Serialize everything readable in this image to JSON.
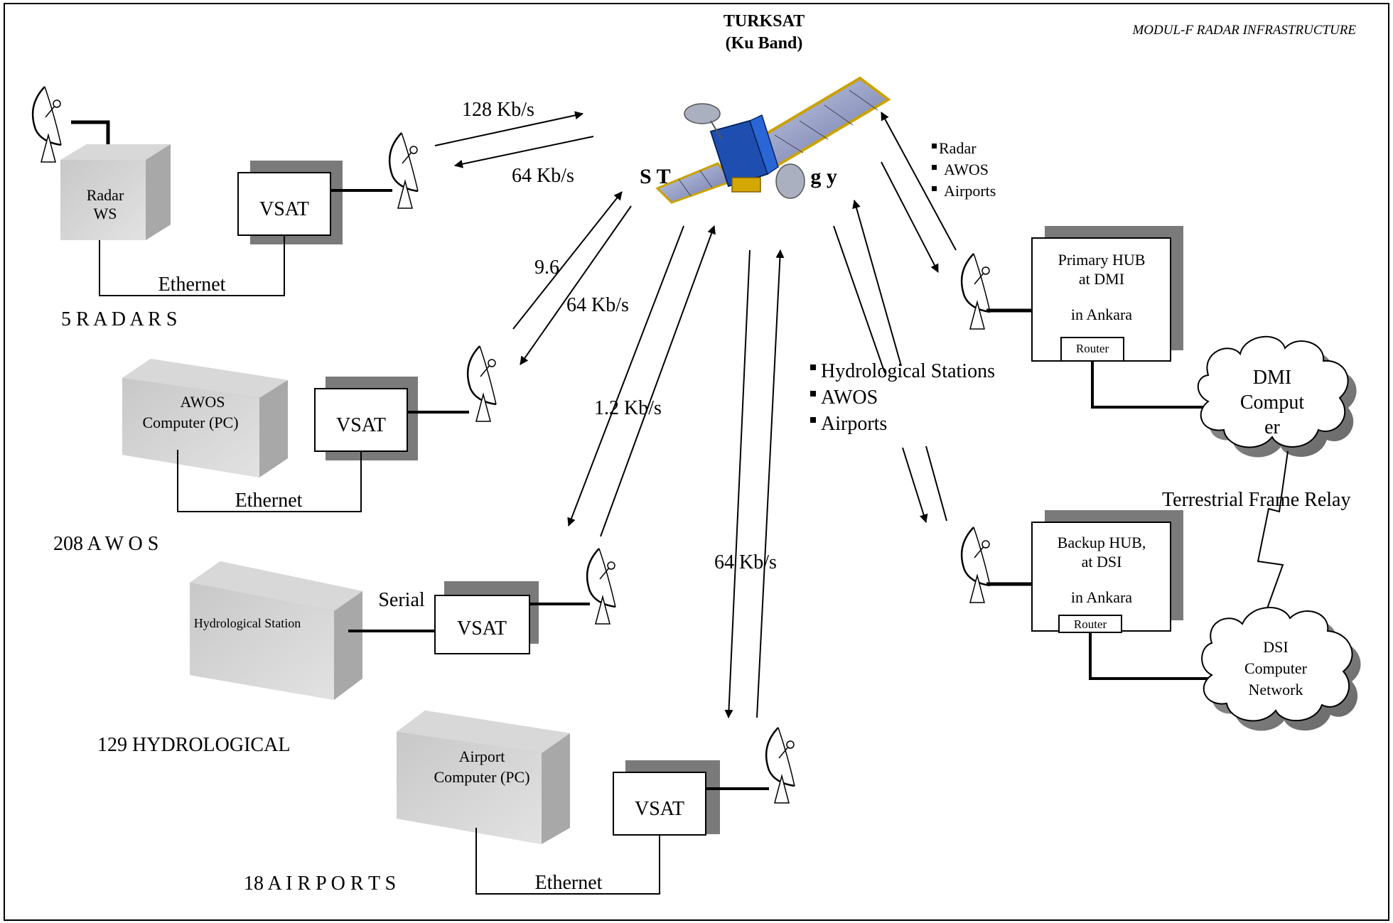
{
  "header": {
    "satellite_name": "TURKSAT",
    "satellite_band": "(Ku Band)",
    "corner_title": "MODUL-F RADAR INFRASTRUCTURE",
    "topology_left": "S T",
    "topology_right": "l o g y"
  },
  "rates": {
    "radar_up": "128 Kb/s",
    "radar_down": "64 Kb/s",
    "awos_up": "9.6",
    "awos_down": "64 Kb/s",
    "hydro": "1.2 Kb/s",
    "airport": "64 Kb/s"
  },
  "sites": {
    "radar": {
      "box_line1": "Radar",
      "box_line2": "WS",
      "vsat": "VSAT",
      "link": "Ethernet",
      "count": "5   R A D A R S"
    },
    "awos": {
      "box_line1": "AWOS",
      "box_line2": "Computer (PC)",
      "vsat": "VSAT",
      "link": "Ethernet",
      "count": "208   A W O S"
    },
    "hydro": {
      "box_line1": "Hydrological Station",
      "vsat": "VSAT",
      "link": "Serial",
      "count": "129 HYDROLOGICAL"
    },
    "airport": {
      "box_line1": "Airport",
      "box_line2": "Computer (PC)",
      "vsat": "VSAT",
      "link": "Ethernet",
      "count": "18   A I R P O R T S"
    }
  },
  "hub_bullets_small": [
    "Radar",
    "AWOS",
    "Airports"
  ],
  "station_bullets": [
    "Hydrological Stations",
    "AWOS",
    "Airports"
  ],
  "primary_hub": {
    "line1": "Primary HUB",
    "line2": "at DMI",
    "line3": "in Ankara",
    "router": "Router"
  },
  "backup_hub": {
    "line1": "Backup HUB,",
    "line2": "at DSI",
    "line3": "in Ankara",
    "router": "Router"
  },
  "dmi_cloud": {
    "line1": "DMI",
    "line2": "Comput",
    "line3": "er"
  },
  "dsi_cloud": {
    "line1": "DSI",
    "line2": "Computer",
    "line3": "Network"
  },
  "frame_relay": "Terrestrial Frame Relay"
}
